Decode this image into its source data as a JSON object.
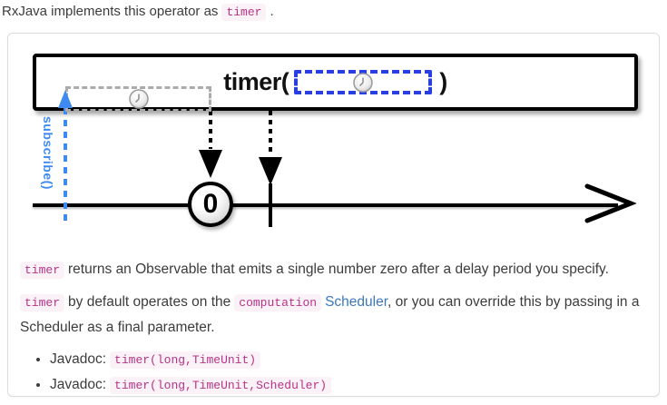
{
  "colors": {
    "code-pink": "#b93287",
    "code-bg": "#faf2f7",
    "link-blue": "#3d78bd",
    "subscribe-blue": "#3f8af2",
    "param-blue": "#2a3fe2",
    "body-text": "#3c3c3c",
    "container-border": "#dcdcdc"
  },
  "intro": {
    "text_before": "RxJava implements this operator as",
    "code": "timer",
    "text_after": "."
  },
  "diagram": {
    "operator_open": "timer(",
    "operator_close": ")",
    "subscribe_label": "subscribe()",
    "emitted_value": "0",
    "clock_icon": "clock"
  },
  "paragraphs": {
    "p1": {
      "code": "timer",
      "text": "returns an Observable that emits a single number zero after a delay period you specify."
    },
    "p2": {
      "code1": "timer",
      "text1": "by default operates on the",
      "code2": "computation",
      "link": "Scheduler",
      "text2": ", or you can override this by passing in a Scheduler as a final parameter."
    }
  },
  "bullets": [
    {
      "label": "Javadoc:",
      "code": "timer(long,TimeUnit)"
    },
    {
      "label": "Javadoc:",
      "code": "timer(long,TimeUnit,Scheduler)"
    }
  ]
}
